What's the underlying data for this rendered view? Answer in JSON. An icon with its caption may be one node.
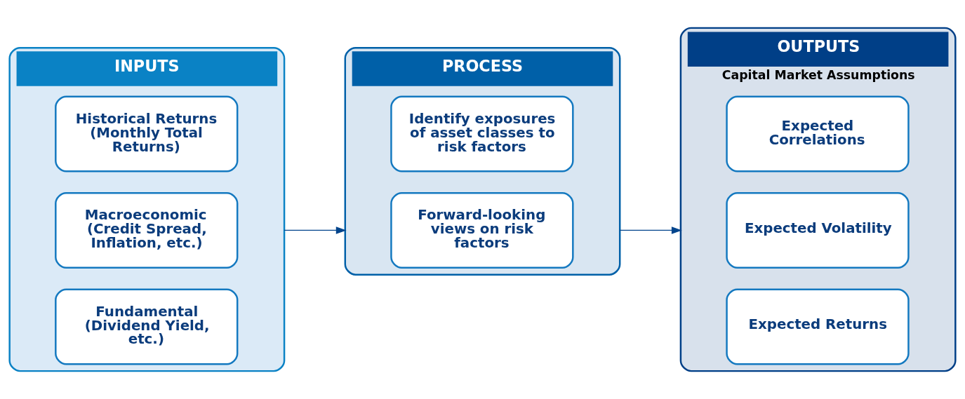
{
  "diagram": {
    "nodes": [
      {
        "text": [
          "INPUTS"
        ]
      },
      {
        "text": [
          "Fundamental (Dividend Yield, etc.)"
        ],
        "in": 0
      },
      {
        "text": [
          "Macroeconomic (Credit Spread, Inflation, etc.)"
        ],
        "in": 0
      },
      {
        "text": [
          "Historical Returns (Monthly Total Returns)"
        ],
        "in": 0
      },
      {
        "text": [
          "PROCESS"
        ]
      },
      {
        "text": [
          "Forward-looking views on risk factors"
        ],
        "in": 4
      },
      {
        "text": [
          "Identify exposures of asset classes to risk factors"
        ],
        "in": 4
      },
      {
        "text": [
          "OUTPUTS",
          "Capital Market Assumptions"
        ]
      },
      {
        "text": [
          "Expected Returns"
        ],
        "in": 7
      },
      {
        "text": [
          "Expected Volatility"
        ],
        "in": 7
      },
      {
        "text": [
          "Expected Correlations"
        ],
        "in": 7
      }
    ],
    "edges": [
      {
        "from": 0,
        "to": 4,
        "arrow": "to"
      },
      {
        "from": 4,
        "to": 7,
        "arrow": "to"
      }
    ]
  }
}
